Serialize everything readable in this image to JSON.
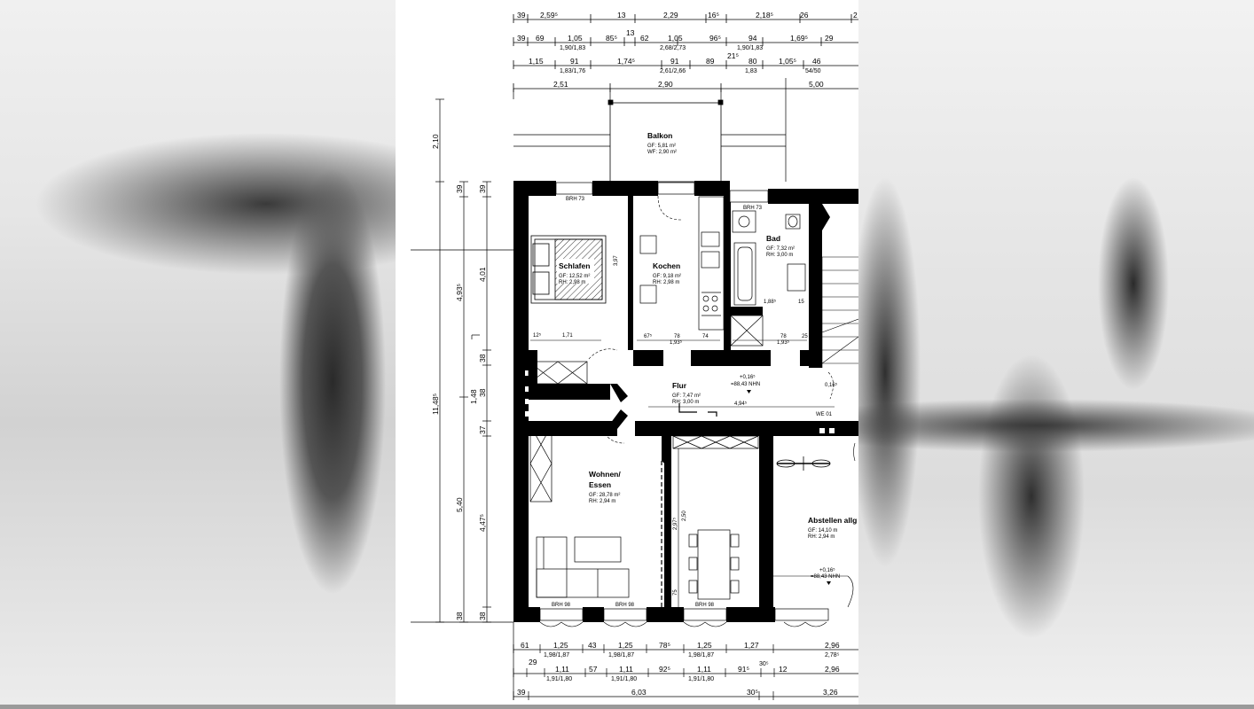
{
  "dimensions": {
    "top_row1": [
      "39",
      "2,59⁵",
      "13",
      "2,29",
      "16⁵",
      "2,18⁵",
      "26",
      "2"
    ],
    "top_row2": [
      "39",
      "69",
      "1,05",
      "85⁵",
      "13",
      "62",
      "1,05",
      "96⁵",
      "94",
      "1,69⁵",
      "29"
    ],
    "top_row2_sub": [
      "1,90/1,83",
      "2,68/2,73",
      "1,90/1,83"
    ],
    "top_row3": [
      "1,15",
      "91",
      "1,74⁵",
      "91",
      "89",
      "21⁵",
      "80",
      "1,05⁵",
      "46"
    ],
    "top_row3_sub": [
      "1,83/1,76",
      "2,61/2,66",
      "1,83",
      "54/50"
    ],
    "top_row4": [
      "2,51",
      "2,90",
      "5,00"
    ],
    "left_outer": [
      "2,10",
      "11,48⁵"
    ],
    "left_mid": [
      "39",
      "4,93⁵",
      "5,40"
    ],
    "left_inner": [
      "39",
      "4,01",
      "38",
      "38",
      "1,48",
      "37",
      "4,47⁵",
      "38"
    ],
    "bottom_row1": [
      "61",
      "1,25",
      "43",
      "1,25",
      "78⁵",
      "1,25",
      "1,27",
      "2,96"
    ],
    "bottom_row1_sub": [
      "1,98/1,87",
      "1,98/1,87",
      "1,98/1,87",
      "2,78⁵"
    ],
    "bottom_row2": [
      "29",
      "1,11",
      "57",
      "1,11",
      "92⁵",
      "1,11",
      "91⁵",
      "12",
      "2,96"
    ],
    "bottom_row2_sub": [
      "1,91/1,80",
      "1,91/1,80",
      "1,91/1,80",
      "30⁵"
    ],
    "bottom_row3": [
      "39",
      "6,03",
      "30⁵",
      "3,26"
    ]
  },
  "rooms": {
    "balkon": {
      "name": "Balkon",
      "gf": "GF: 5,81 m²",
      "wf": "WF: 2,90 m²"
    },
    "schlafen": {
      "name": "Schlafen",
      "gf": "GF: 12,52 m²",
      "rh": "RH: 2,98 m"
    },
    "kochen": {
      "name": "Kochen",
      "gf": "GF: 9,18 m²",
      "rh": "RH: 2,98 m"
    },
    "bad": {
      "name": "Bad",
      "gf": "GF: 7,32 m²",
      "rh": "RH: 3,00 m"
    },
    "flur": {
      "name": "Flur",
      "gf": "GF: 7,47 m²",
      "rh": "RH: 3,00 m"
    },
    "wohnen": {
      "name1": "Wohnen/",
      "name2": "Essen",
      "gf": "GF: 28,78 m²",
      "rh": "RH:  2,94 m"
    },
    "abstellen": {
      "name": "Abstellen allg",
      "gf": "GF:        14,10 m",
      "rh": "RH:         2,94 m"
    }
  },
  "labels": {
    "brh73a": "BRH 73",
    "brh73b": "BRH 73",
    "brh98a": "BRH 98",
    "brh98b": "BRH 98",
    "brh98c": "BRH 98",
    "we01": "WE 01",
    "level1a": "+0,16⁵",
    "level1b": "=88,43 NHN",
    "level2a": "+0,16⁵",
    "level2b": "=88,43 NHN",
    "inner_397": "3,97",
    "inner_171": "1,71",
    "inner_12": "12⁵",
    "inner_67": "67⁵",
    "inner_78a": "78",
    "inner_193a": "1,93⁵",
    "inner_74": "74",
    "inner_78b": "78",
    "inner_193b": "1,93⁵",
    "inner_188": "1,88",
    "inner_494": "4,94⁵",
    "inner_188b": "1,88⁵",
    "inner_250": "2,50",
    "inner_297": "2,97⁵",
    "inner_75": "75",
    "inner_15": "15",
    "inner_25": "25",
    "inner_016": "0,16⁵"
  }
}
